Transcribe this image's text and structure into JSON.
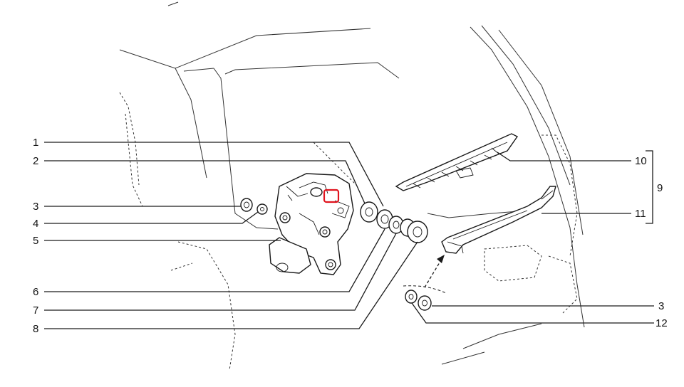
{
  "callouts": {
    "c1": "1",
    "c2": "2",
    "c3a": "3",
    "c4": "4",
    "c5": "5",
    "c6": "6",
    "c7": "7",
    "c8": "8",
    "c10": "10",
    "c9": "9",
    "c11": "11",
    "c3b": "3",
    "c12": "12"
  },
  "colors": {
    "line": "#1a1a1a",
    "highlight": "#e0141e"
  }
}
